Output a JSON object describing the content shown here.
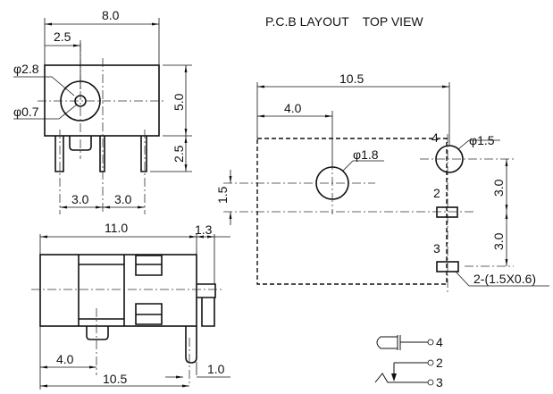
{
  "title": "P.C.B LAYOUT    TOP VIEW",
  "front_view": {
    "width": "8.0",
    "offset": "2.5",
    "outer_dia": "φ2.8",
    "inner_dia": "φ0.7",
    "height": "5.0",
    "pin_length": "2.5",
    "pitch_left": "3.0",
    "pitch_right": "3.0"
  },
  "bottom_view": {
    "length": "11.0",
    "tab": "1.3",
    "pin_offset": "4.0",
    "pin_span": "10.5",
    "pin_width": "1.0"
  },
  "pcb": {
    "span": "10.5",
    "hole_offset": "4.0",
    "hole_dia": "φ1.8",
    "pin4_dia": "φ1.5",
    "vertical_offset": "1.5",
    "pitch_upper": "3.0",
    "pitch_lower": "3.0",
    "slot_note": "2-(1.5X0.6)",
    "pin4": "4",
    "pin2": "2",
    "pin3": "3"
  },
  "schematic": {
    "pin4": "4",
    "pin2": "2",
    "pin3": "3"
  }
}
